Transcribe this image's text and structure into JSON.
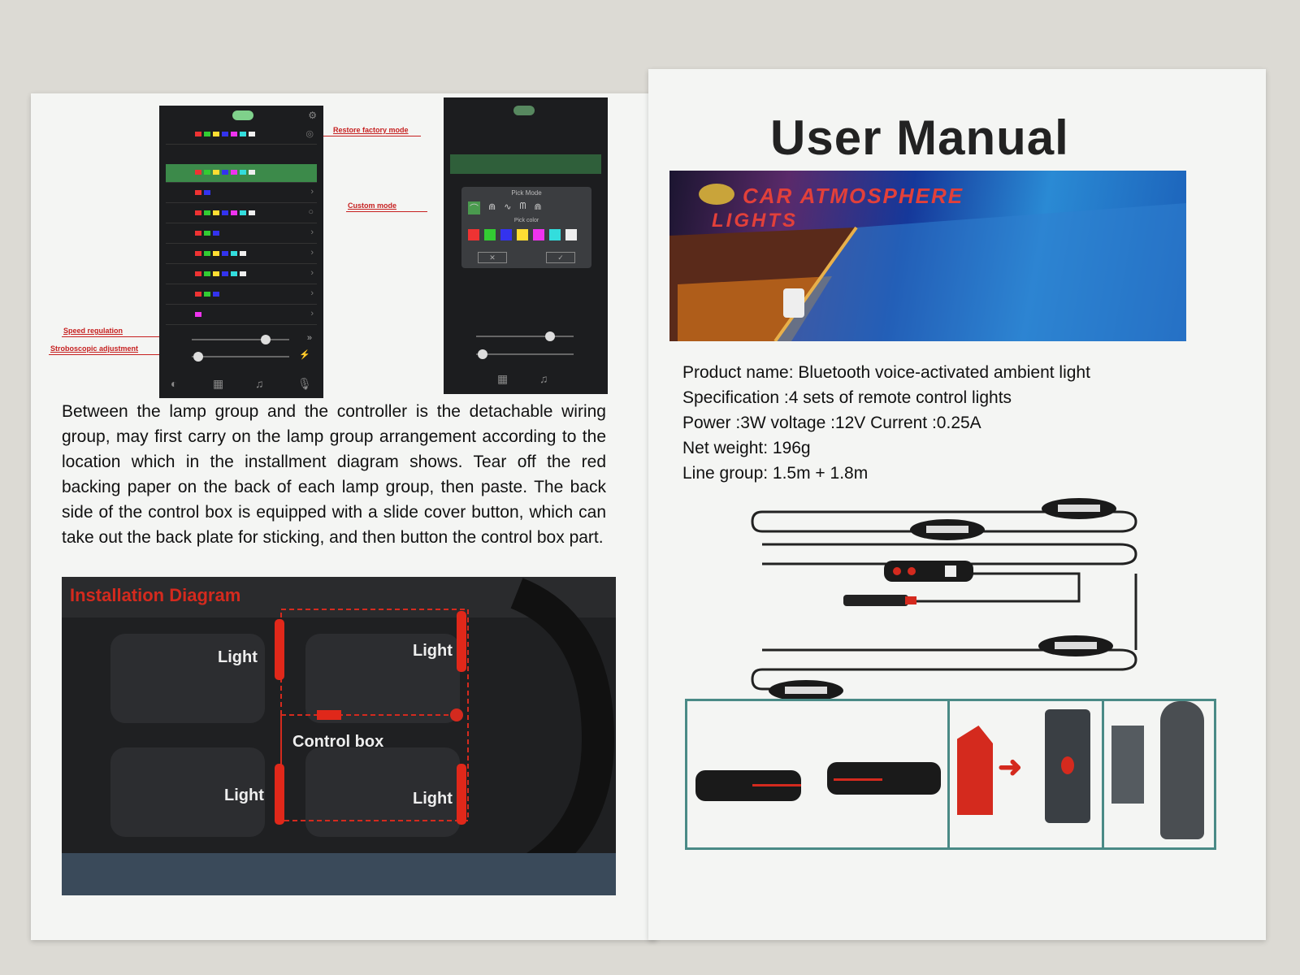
{
  "left_page": {
    "annotations": {
      "restore_factory_mode": "Restore factory mode",
      "custom_mode": "Custom mode",
      "speed_regulation": "Speed regulation",
      "stroboscopic_adjustment": "Stroboscopic adjustment"
    },
    "phone_right_popup": {
      "pick_mode": "Pick Mode",
      "pick_color": "Pick color"
    },
    "body_text": "Between the lamp group and the controller is the detachable wiring group, may first carry on the lamp group arrangement according to the location which in the installment diagram shows. Tear off the red backing paper on the back of each lamp group, then paste. The back side of the control box is equipped with a slide cover button, which can take out the back plate for sticking, and then button the control box part.",
    "installation": {
      "title": "Installation Diagram",
      "light_labels": [
        "Light",
        "Light",
        "Light",
        "Light"
      ],
      "control_box": "Control box"
    }
  },
  "right_page": {
    "title": "User Manual",
    "banner": {
      "line1": "CAR ATMOSPHERE",
      "line2": "LIGHTS"
    },
    "specs": [
      "Product name: Bluetooth voice-activated ambient light",
      "Specification :4 sets of remote control lights",
      "Power :3W  voltage :12V  Current :0.25A",
      "Net weight: 196g",
      "Line group: 1.5m + 1.8m"
    ]
  },
  "colors": {
    "accent_red": "#d42a1e",
    "step_border": "#4a8a86",
    "selected_row": "#3c8a4a"
  }
}
